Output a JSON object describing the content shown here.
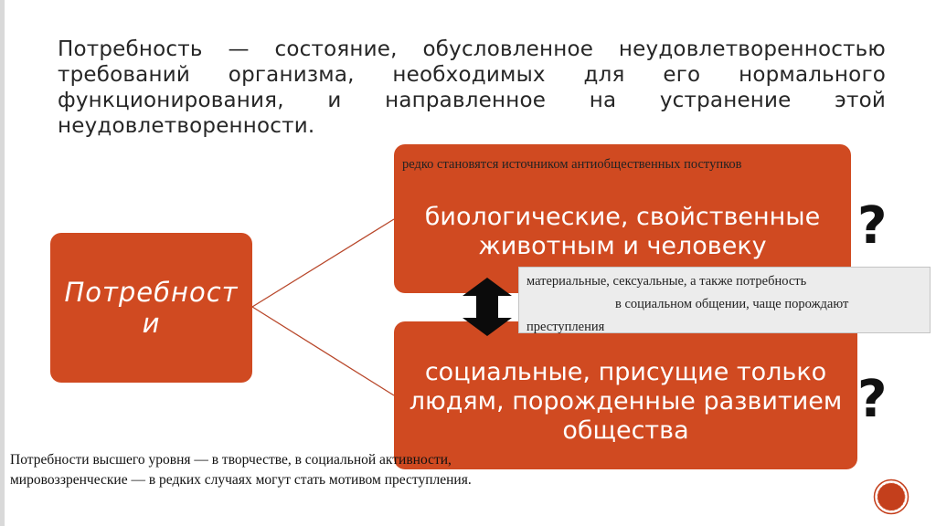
{
  "definition": "Потребность — состояние, обусловленное неудовлетворенностью требований организма, необходимых для его нормального функционирования, и направленное на устранение этой неудовлетворенности.",
  "main_box": {
    "label": "Потребности"
  },
  "bio_box": {
    "label": "биологические, свойственные животным и человеку"
  },
  "social_box": {
    "label": "социальные, присущие только людям, порожденные развитием общества"
  },
  "overlay_top": "редко становятся источником антиобщественных поступков",
  "info_box": {
    "line1": "материальные, сексуальные, а также потребность",
    "line2": "в социальном общении, чаще порождают",
    "line3": "преступления"
  },
  "question_mark_1": "?",
  "question_mark_2": "?",
  "footnote": "Потребности высшего уровня — в творчестве, в социальной активности, мировоззренческие — в редких случаях могут стать мотивом преступления.",
  "colors": {
    "box_fill": "#d04a21",
    "connector": "#b8472a",
    "text_dark": "#262626"
  },
  "icons": {
    "arrow": "double-vertical-arrow-icon",
    "page_badge": "page-circle-icon"
  }
}
